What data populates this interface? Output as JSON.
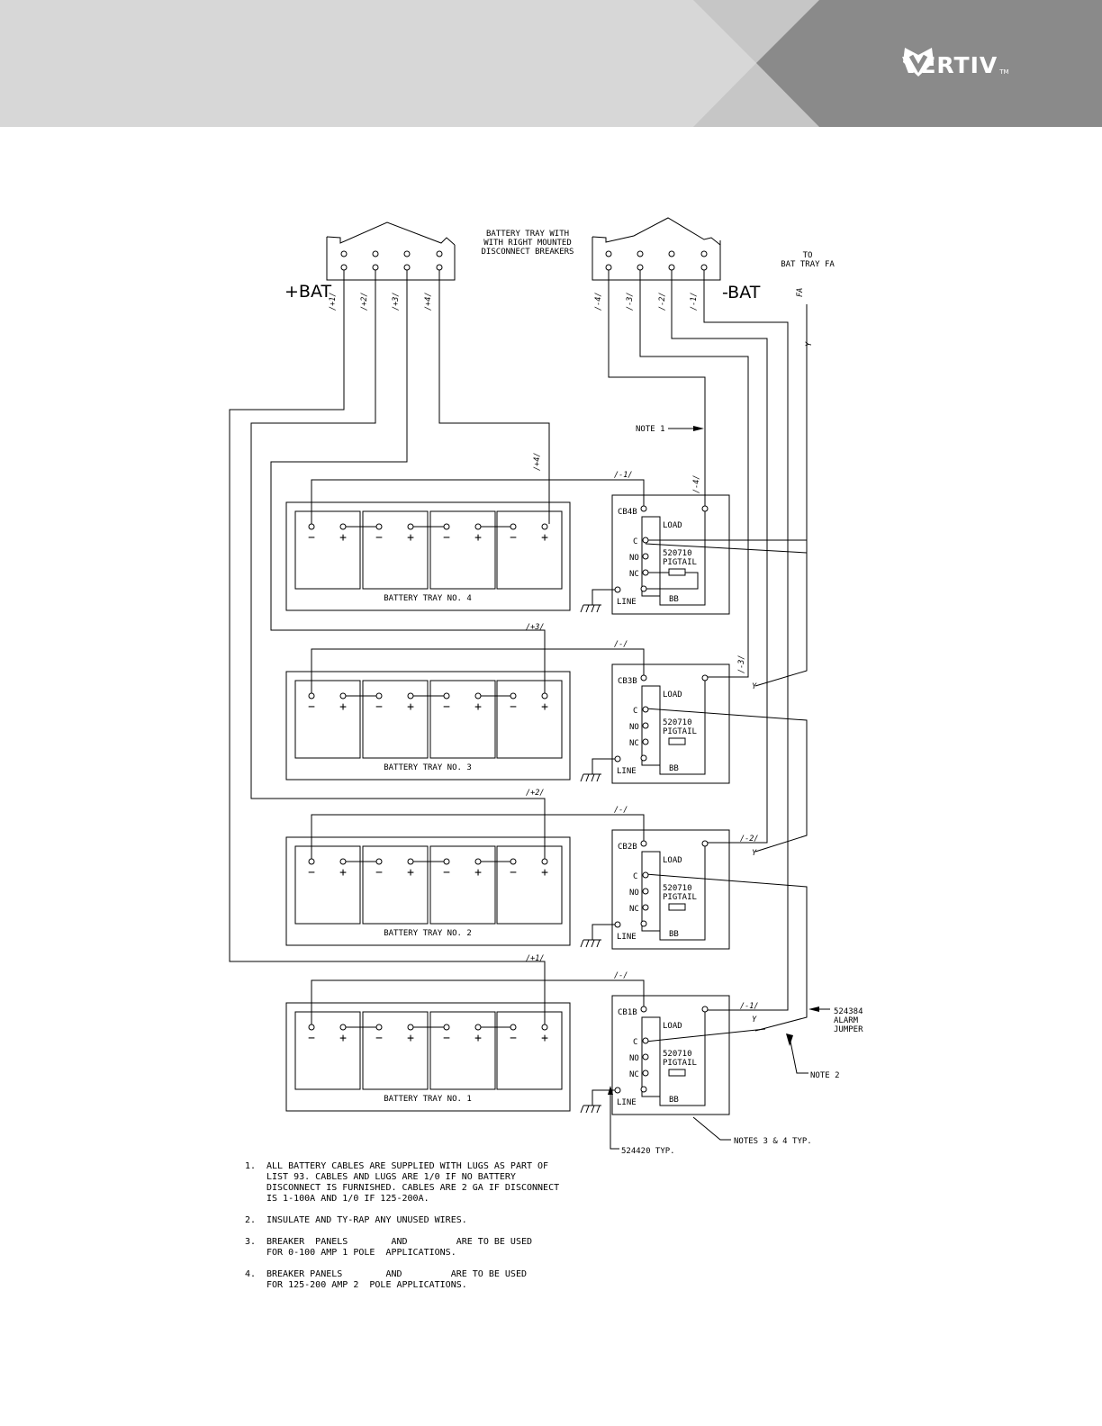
{
  "header": {
    "logo_text": "VERTIV",
    "logo_tm": "TM",
    "brand_colors": {
      "band": "#d7d7d7",
      "chevron_light": "#c6c6c6",
      "chevron_dark": "#8a8a8a",
      "logo": "#ffffff"
    }
  },
  "top_label": [
    "BATTERY TRAY WITH",
    "WITH RIGHT MOUNTED",
    "DISCONNECT BREAKERS"
  ],
  "to_label": [
    "TO",
    "BAT TRAY FA"
  ],
  "pos_bat": "+BAT",
  "neg_bat": "-BAT",
  "fa": "FA",
  "y": "Y",
  "pos_wires": [
    "/+1/",
    "/+2/",
    "/+3/",
    "/+4/"
  ],
  "neg_wires": [
    "/-4/",
    "/-3/",
    "/-2/",
    "/-1/"
  ],
  "note1_label": "NOTE 1",
  "trays": [
    {
      "name": "BATTERY TRAY NO. 4",
      "breaker": "CB4B",
      "pos_label": "/+4/",
      "neg_label": "/-1/",
      "load_wire": "/-4/"
    },
    {
      "name": "BATTERY TRAY NO. 3",
      "breaker": "CB3B",
      "pos_label": "/+3/",
      "neg_label": "/-/",
      "load_wire": "/-3/"
    },
    {
      "name": "BATTERY TRAY NO. 2",
      "breaker": "CB2B",
      "pos_label": "/+2/",
      "neg_label": "/-/",
      "load_wire": "/-2/"
    },
    {
      "name": "BATTERY TRAY NO. 1",
      "breaker": "CB1B",
      "pos_label": "/+1/",
      "neg_label": "/-/",
      "load_wire": "/-1/"
    }
  ],
  "breaker_terms": {
    "load": "LOAD",
    "c": "C",
    "no": "NO",
    "nc": "NC",
    "line": "LINE",
    "bb": "BB",
    "pigtail": [
      "520710",
      "PIGTAIL"
    ]
  },
  "minus": "−",
  "plus": "+",
  "callouts": {
    "alarm": [
      "524384",
      "ALARM",
      "JUMPER"
    ],
    "note2": "NOTE 2",
    "notes34": "NOTES 3 & 4 TYP.",
    "ground": "524420 TYP."
  },
  "notes": [
    {
      "num": "1.",
      "text": "ALL BATTERY CABLES ARE SUPPLIED WITH LUGS AS PART OF\nLIST 93. CABLES AND LUGS ARE 1/0 IF NO BATTERY\nDISCONNECT IS FURNISHED. CABLES ARE 2 GA IF DISCONNECT\nIS 1-100A AND 1/0 IF 125-200A."
    },
    {
      "num": "2.",
      "text": "INSULATE AND TY-RAP ANY UNUSED WIRES."
    },
    {
      "num": "3.",
      "text": "BREAKER  PANELS        AND         ARE TO BE USED\nFOR 0-100 AMP 1 POLE  APPLICATIONS."
    },
    {
      "num": "4.",
      "text": "BREAKER PANELS        AND         ARE TO BE USED\nFOR 125-200 AMP 2  POLE APPLICATIONS."
    }
  ]
}
